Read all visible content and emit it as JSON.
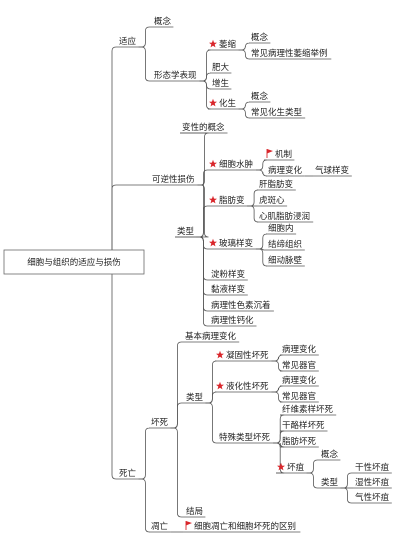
{
  "root": "细胞与组织的适应与损伤",
  "colors": {
    "star": "#d9262b",
    "flag": "#d9262b",
    "line": "#555555",
    "text": "#222222"
  },
  "nodes": {
    "shiying": "适应",
    "gainian1": "概念",
    "xingtai": "形态学表现",
    "weisuo": "萎缩",
    "weisuo_gainian": "概念",
    "weisuo_jusheng": "常见病理性萎缩举例",
    "feida": "肥大",
    "zengsheng": "增生",
    "huasheng": "化生",
    "huasheng_gainian": "概念",
    "huasheng_leixing": "常见化生类型",
    "kenixing": "可逆性损伤",
    "bianxing_gainian": "变性的概念",
    "leixing1": "类型",
    "xibao_shuizhong": "细胞水肿",
    "jizhi": "机制",
    "bingli_bianhua1": "病理变化",
    "qiqiu": "气球样变",
    "zhifang_bian": "脂肪变",
    "gan_zhifang": "肝脂肪变",
    "hu_ban_xin": "虎斑心",
    "xinji_zhifang": "心肌脂肪浸润",
    "boli": "玻璃样变",
    "xibao_nei": "细胞内",
    "jiedi": "结缔组织",
    "xiao_dongmai": "细动脉壁",
    "dianfen": "淀粉样变",
    "nianye": "黏液样变",
    "sesu": "病理性色素沉着",
    "gaihua": "病理性钙化",
    "siwang": "死亡",
    "huaisi": "坏死",
    "jiben": "基本病理变化",
    "leixing2": "类型",
    "ninggu": "凝固性坏死",
    "ninggu_bb": "病理变化",
    "ninggu_qg": "常见器官",
    "yehua": "液化性坏死",
    "yehua_bb": "病理变化",
    "yehua_qg": "常见器官",
    "teshu": "特殊类型坏死",
    "xianwei": "纤维素样坏死",
    "ganlao": "干酪样坏死",
    "zhifang_huaisi": "脂肪坏死",
    "huaju": "坏疽",
    "huaju_gainian": "概念",
    "huaju_leixing": "类型",
    "ganxing": "干性坏疽",
    "shixing": "湿性坏疽",
    "qixing": "气性坏疽",
    "jieju": "结局",
    "diaowang": "凋亡",
    "diaowang_qubie": "细胞凋亡和细胞坏死的区别"
  }
}
